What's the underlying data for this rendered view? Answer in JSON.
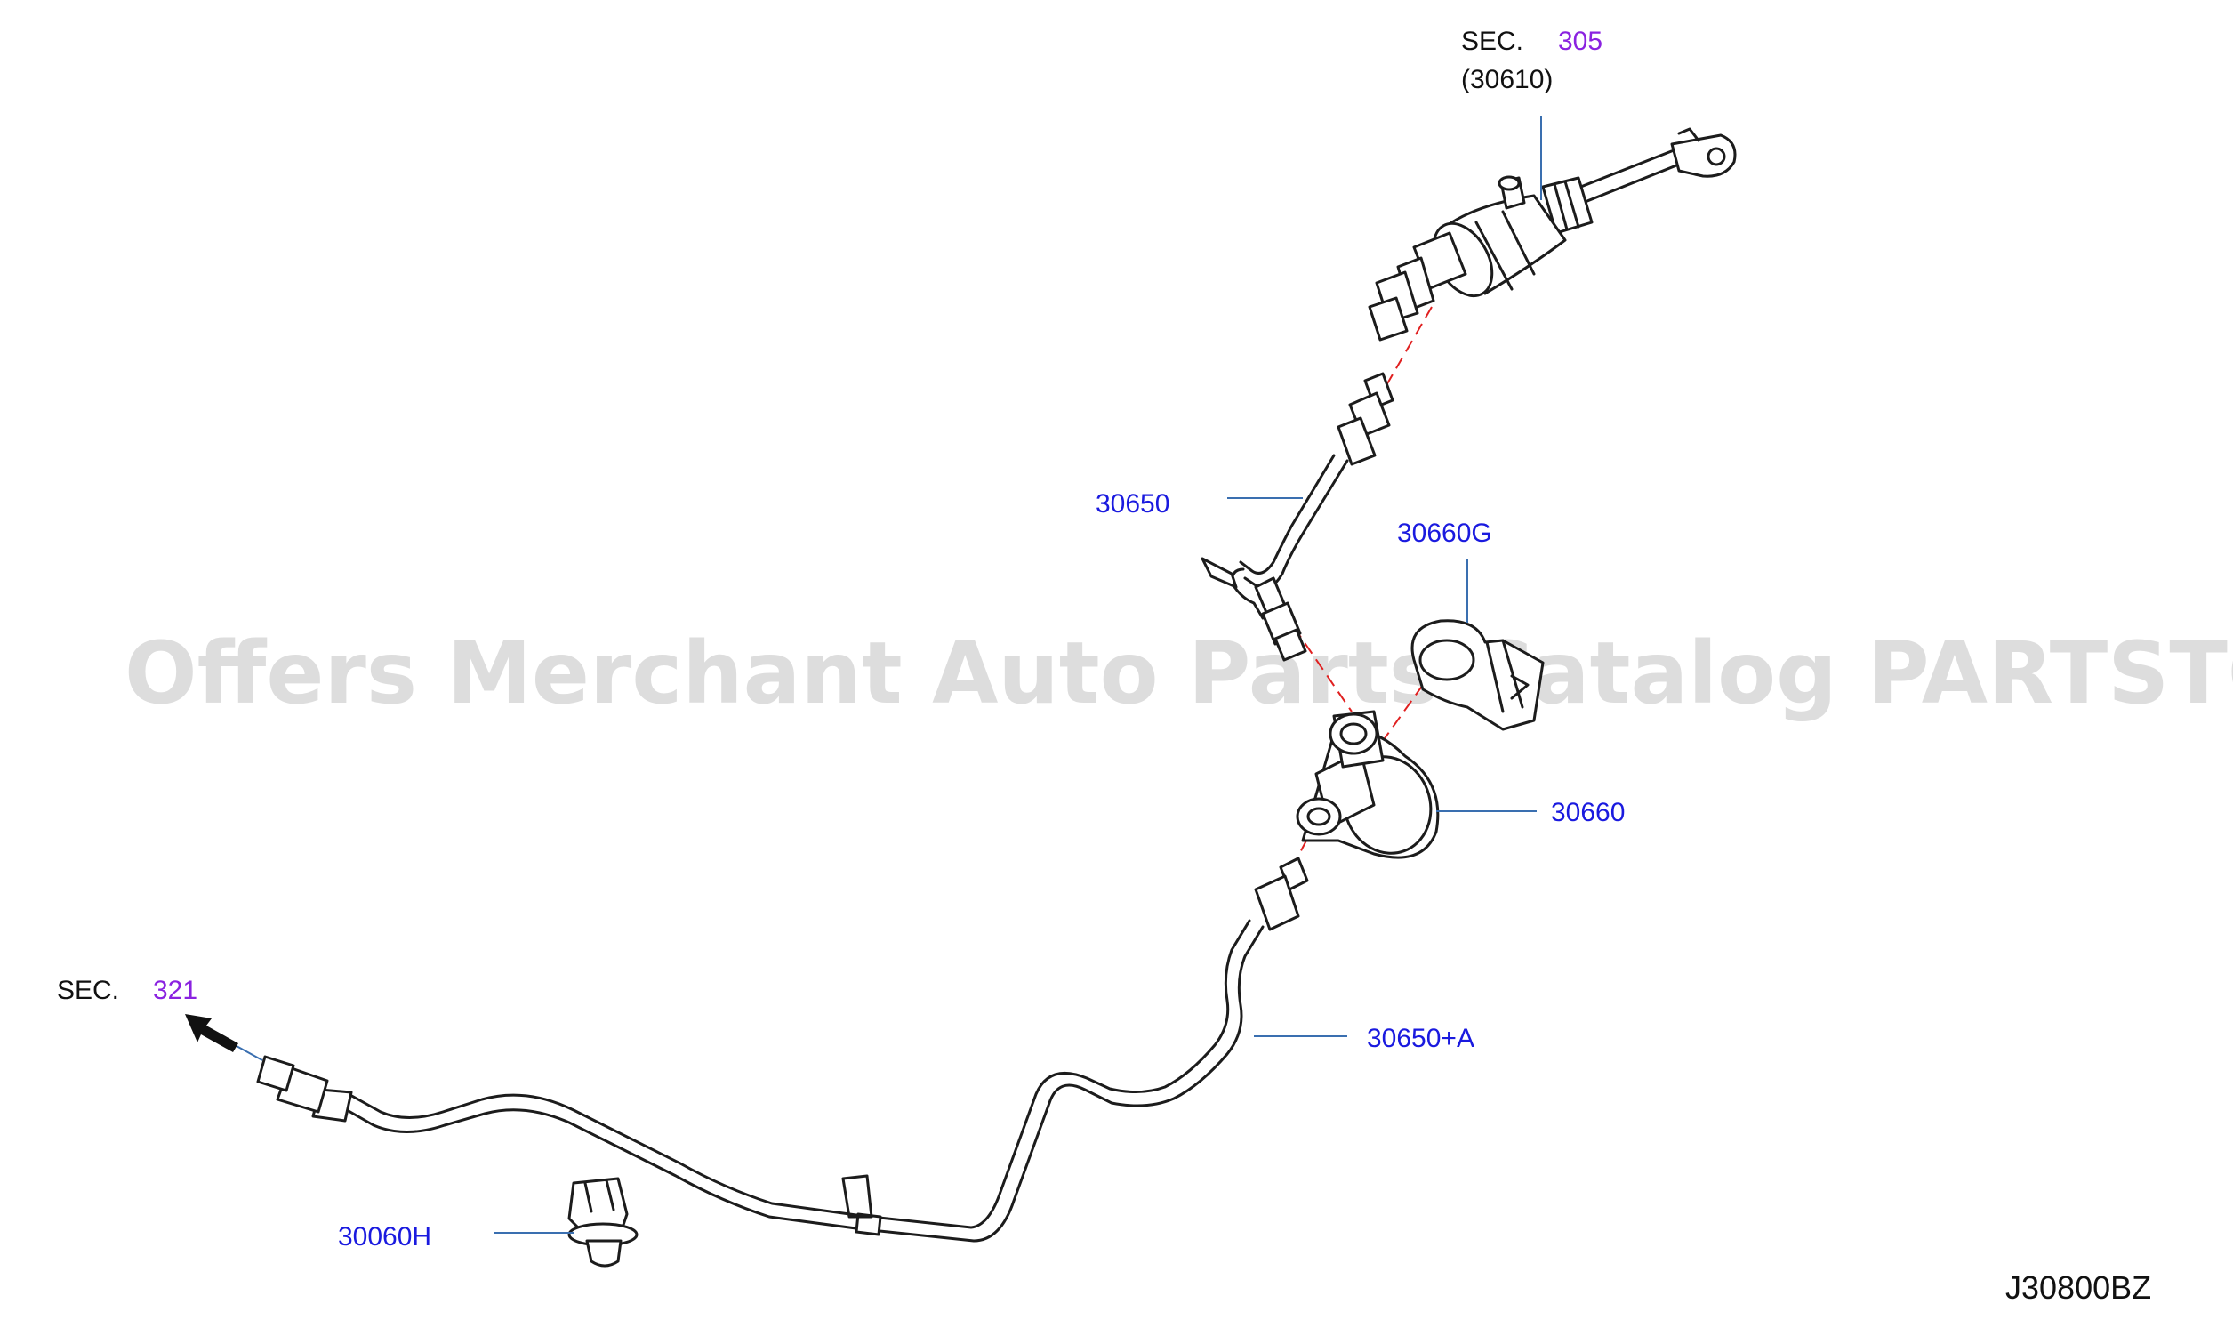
{
  "diagram": {
    "drawing_code": "J30800BZ",
    "watermark": "Offers Merchant Auto Parts Catalog PARTSTORE.SA",
    "sec_refs": [
      {
        "prefix": "SEC.",
        "number": "305",
        "sub": "(30610)"
      },
      {
        "prefix": "SEC.",
        "number": "321"
      }
    ],
    "callouts": [
      {
        "part": "30650"
      },
      {
        "part": "30660G"
      },
      {
        "part": "30660"
      },
      {
        "part": "30650+A"
      },
      {
        "part": "30060H"
      }
    ],
    "colors": {
      "part_number": "#1a1adf",
      "sec_number": "#8a22e0",
      "leader": "#3a6fb0",
      "centerline": "#e02020"
    }
  }
}
